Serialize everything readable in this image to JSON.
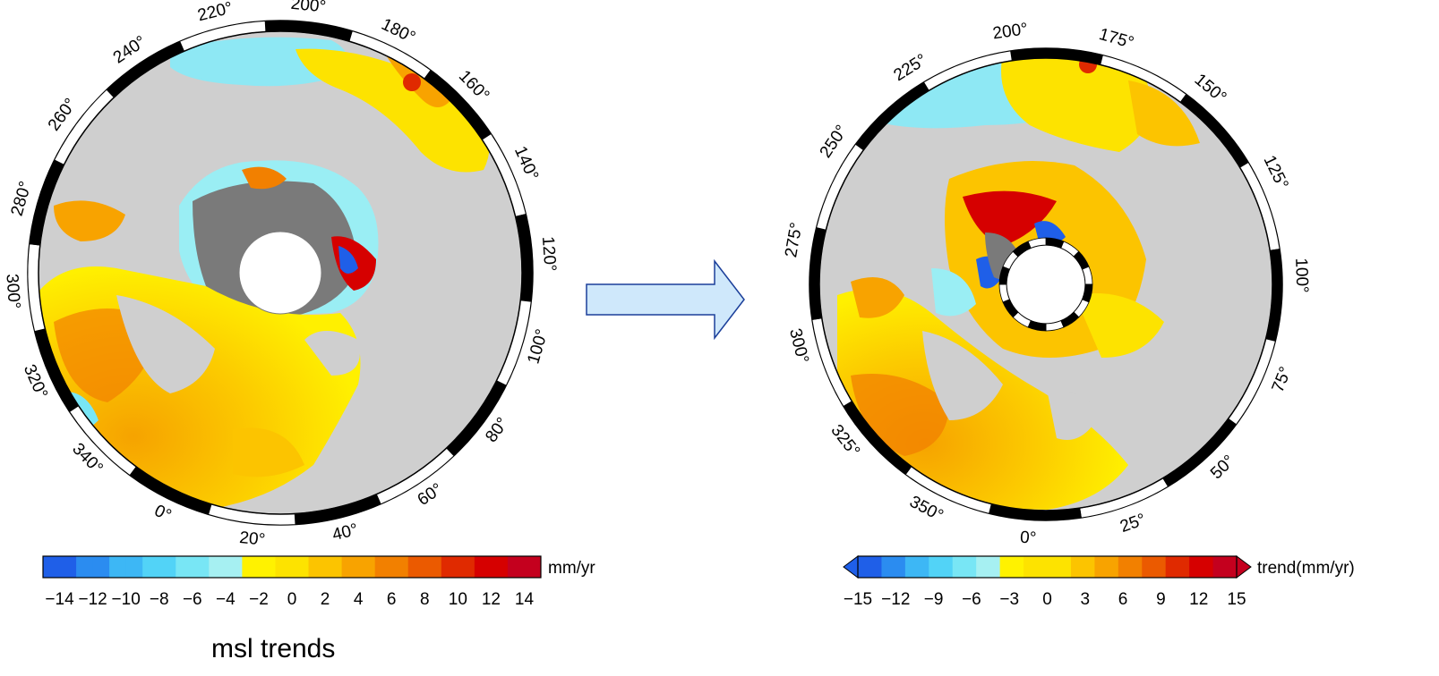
{
  "left_map": {
    "lon_labels": [
      "220",
      "200",
      "180",
      "160",
      "140",
      "120",
      "100",
      "80",
      "60",
      "40",
      "20",
      "0",
      "340",
      "320",
      "300",
      "280",
      "260",
      "240"
    ],
    "colorbar": {
      "ticks": [
        "−14",
        "−12",
        "−10",
        "−8",
        "−6",
        "−4",
        "−2",
        "0",
        "2",
        "4",
        "6",
        "8",
        "10",
        "12",
        "14"
      ],
      "min": -15,
      "max": 15,
      "unit": "mm/yr"
    },
    "title": "msl trends"
  },
  "arrow": {
    "color": "#cfe8fb",
    "stroke": "#1b3f9a"
  },
  "right_map": {
    "lon_labels": [
      "200",
      "175",
      "150",
      "125",
      "100",
      "75",
      "50",
      "25",
      "0",
      "350",
      "325",
      "300",
      "275",
      "250",
      "225"
    ],
    "colorbar": {
      "ticks": [
        "−15",
        "−12",
        "−9",
        "−6",
        "−3",
        "0",
        "3",
        "6",
        "9",
        "12",
        "15"
      ],
      "min": -15,
      "max": 15,
      "unit": "trend(mm/yr)"
    }
  },
  "colors": {
    "land": "#cfcfcf",
    "ice_cap": "#7a7a7a",
    "palette": [
      "#1f5fe8",
      "#2b8cf0",
      "#3db7f5",
      "#52d3f7",
      "#78e6f5",
      "#a6f0f2",
      "#fff200",
      "#fde300",
      "#fcc400",
      "#f8a300",
      "#f28000",
      "#eb5a00",
      "#e02a00",
      "#d60000",
      "#c4001e"
    ]
  }
}
